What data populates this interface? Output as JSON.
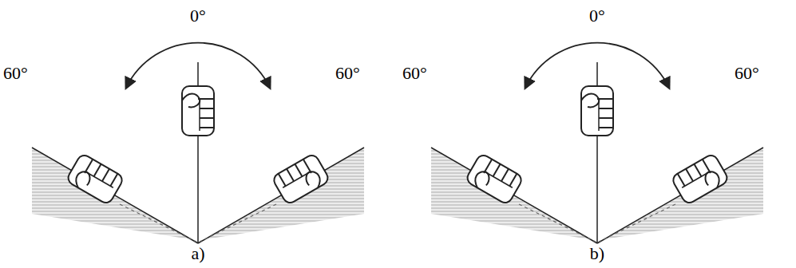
{
  "diagram": {
    "labels": [
      "0°",
      "0°",
      "60°",
      "60°",
      "60°",
      "60°",
      "a)",
      "b)"
    ]
  }
}
